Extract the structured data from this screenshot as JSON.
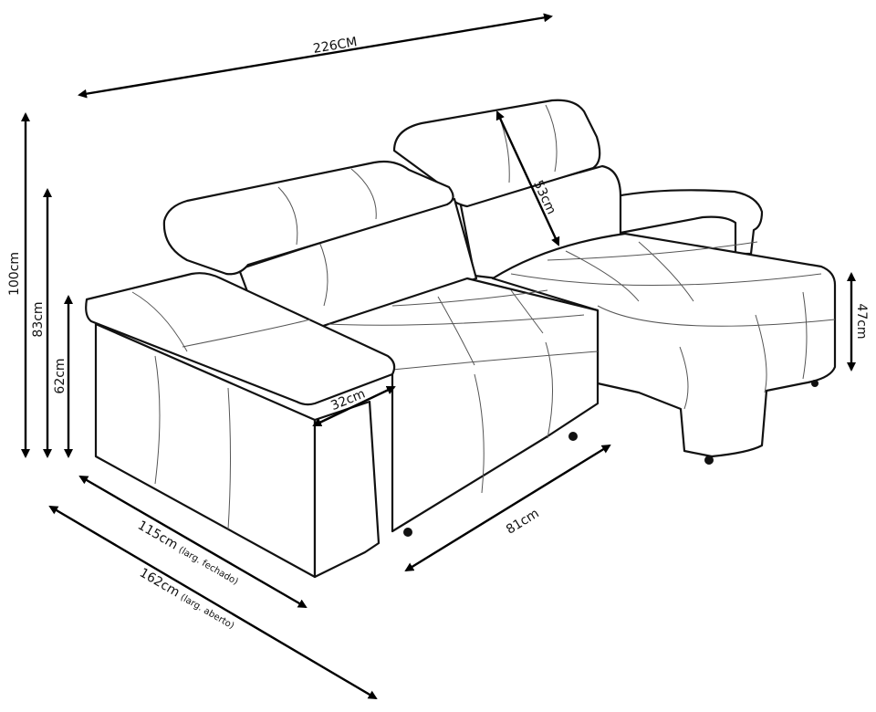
{
  "diagram": {
    "subject": "sofa",
    "dimensions": {
      "total_width": "226CM",
      "height_total": "100cm",
      "height_back": "83cm",
      "height_arm": "62cm",
      "headrest": "53cm",
      "seat_height": "47cm",
      "arm_width": "32cm",
      "seat_depth": "81cm",
      "depth_closed": "115cm",
      "depth_closed_note": "(larg. fechado)",
      "depth_open": "162cm",
      "depth_open_note": "(larg. aberto)"
    },
    "colors": {
      "line": "#111111",
      "background": "#ffffff"
    }
  }
}
